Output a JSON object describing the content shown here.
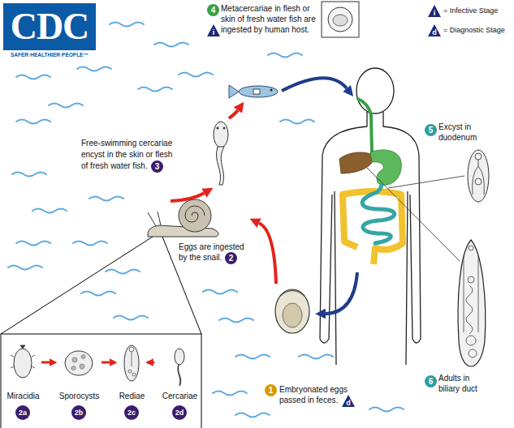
{
  "diagram": {
    "nodes": [
      {
        "text": [
          "1",
          "Embryonated eggs passed in feces.",
          "d"
        ]
      },
      {
        "text": [
          "Eggs are ingested by the snail.",
          "2"
        ]
      },
      {
        "text": [
          "Miracidia",
          "2a"
        ]
      },
      {
        "text": [
          "Sporocysts",
          "2b"
        ]
      },
      {
        "text": [
          "Rediae",
          "2c"
        ]
      },
      {
        "text": [
          "Cercariae",
          "2d"
        ]
      },
      {
        "text": [
          "Free-swimming cercariae encyst in the skin or flesh of fresh water fish.",
          "3"
        ]
      },
      {
        "text": [
          "4",
          "Metacercariae in flesh or skin of fresh water fish are ingested by human host.",
          "i"
        ]
      },
      {
        "text": [
          "5",
          "Excyst in duodenum"
        ]
      },
      {
        "text": [
          "6",
          "Adults in biliary duct"
        ]
      }
    ],
    "edges": [
      {
        "from": 0,
        "to": 1,
        "arrow": "to"
      },
      {
        "from": 1,
        "to": 6,
        "arrow": "to"
      },
      {
        "from": 6,
        "to": 7,
        "arrow": "to"
      },
      {
        "from": 2,
        "to": 3,
        "arrow": "to"
      },
      {
        "from": 3,
        "to": 4,
        "arrow": "to"
      },
      {
        "from": 4,
        "to": 5,
        "arrow": "to"
      }
    ],
    "labels": [
      "CDC",
      "SAFER·HEALTHIER·PEOPLE™",
      "i",
      "d"
    ],
    "legend": [
      {
        "text": "= Infective Stage"
      },
      {
        "text": "= Diagnostic Stage"
      }
    ]
  }
}
